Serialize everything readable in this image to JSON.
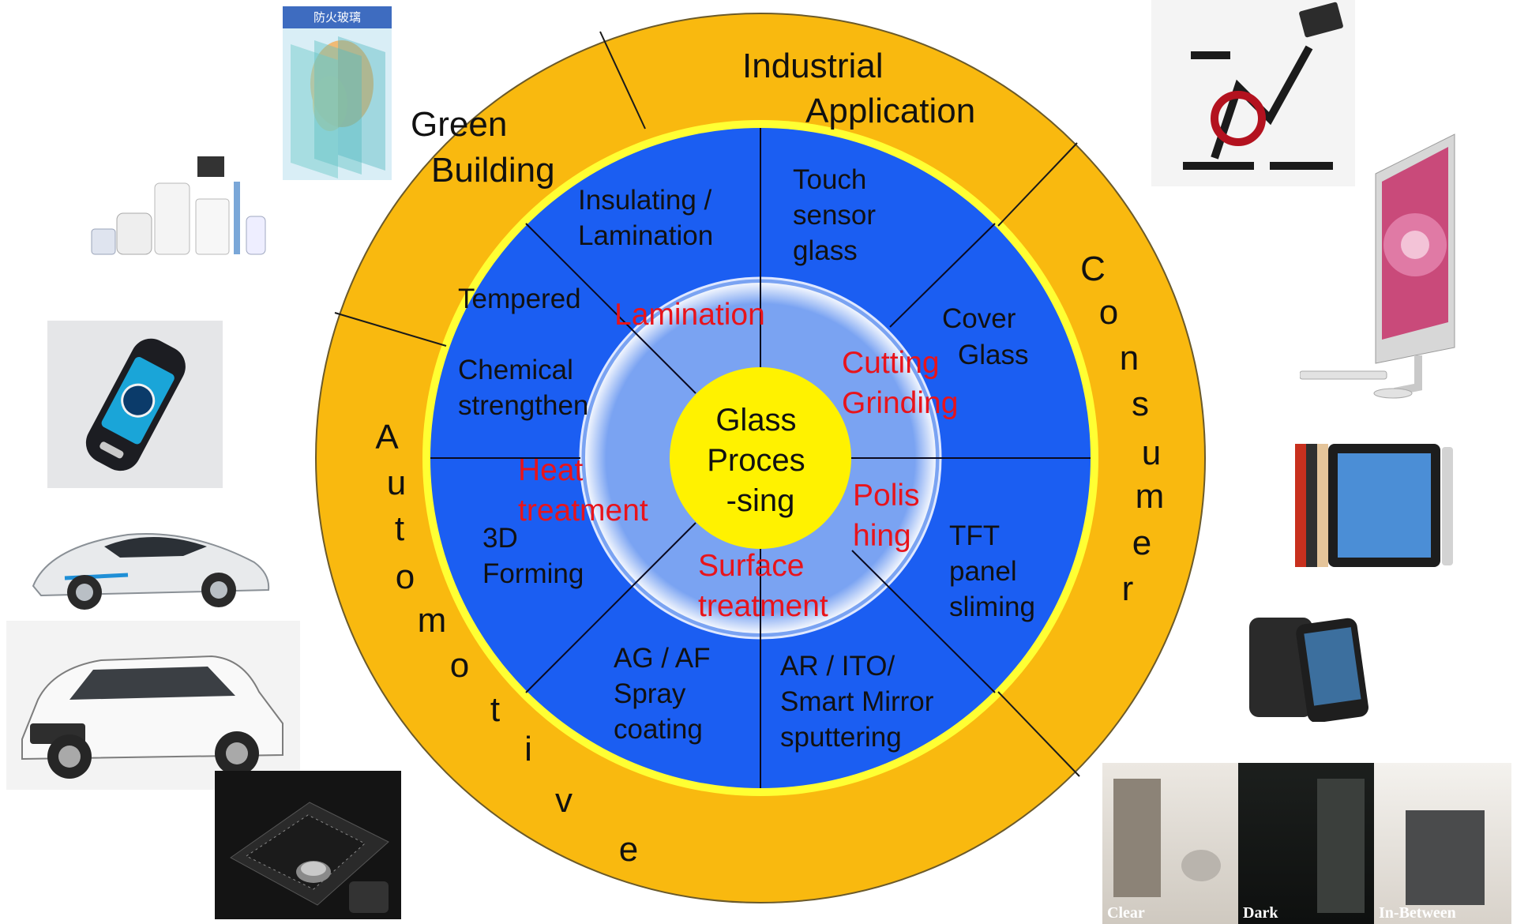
{
  "center": {
    "lines": [
      "Glass",
      "Proces",
      "-sing"
    ]
  },
  "process_steps": [
    {
      "id": "lamination",
      "lines": [
        "Lamination"
      ]
    },
    {
      "id": "cutting-grinding",
      "lines": [
        "Cutting",
        "Grinding"
      ]
    },
    {
      "id": "polishing",
      "lines": [
        "Polis",
        "hing"
      ]
    },
    {
      "id": "surface-treatment",
      "lines": [
        "Surface",
        "treatment"
      ]
    },
    {
      "id": "heat-treatment",
      "lines": [
        "Heat",
        "treatment"
      ]
    }
  ],
  "products": [
    {
      "id": "insulating-lamination",
      "lines": [
        "Insulating /",
        "Lamination"
      ]
    },
    {
      "id": "touch-sensor-glass",
      "lines": [
        "Touch",
        "sensor",
        "glass"
      ]
    },
    {
      "id": "cover-glass",
      "lines": [
        "Cover",
        "Glass"
      ]
    },
    {
      "id": "tft-panel-sliming",
      "lines": [
        "TFT",
        "panel",
        "sliming"
      ]
    },
    {
      "id": "ar-ito-smart-mirror",
      "lines": [
        "AR / ITO/",
        "Smart  Mirror",
        "sputtering"
      ]
    },
    {
      "id": "ag-af-spray",
      "lines": [
        "AG / AF",
        "Spray",
        "coating"
      ]
    },
    {
      "id": "3d-forming",
      "lines": [
        "3D",
        "Forming"
      ]
    },
    {
      "id": "chemical-strengthen",
      "lines": [
        "Chemical",
        "strengthen"
      ]
    },
    {
      "id": "tempered",
      "lines": [
        "Tempered"
      ]
    }
  ],
  "applications": [
    {
      "id": "industrial-application",
      "lines": [
        "Industrial",
        "Application"
      ]
    },
    {
      "id": "green-building",
      "lines": [
        "Green",
        "Building"
      ]
    },
    {
      "id": "consumer",
      "letters": [
        "C",
        "o",
        "n",
        "s",
        "u",
        "m",
        "e",
        "r"
      ]
    },
    {
      "id": "automotive",
      "letters": [
        "A",
        "u",
        "t",
        "o",
        "m",
        "o",
        "t",
        "i",
        "v",
        "e"
      ]
    }
  ],
  "photos": [
    {
      "id": "fire-glass",
      "label": "防火玻璃"
    },
    {
      "id": "home-appliances"
    },
    {
      "id": "smart-car-key"
    },
    {
      "id": "sports-car"
    },
    {
      "id": "suv"
    },
    {
      "id": "car-console"
    },
    {
      "id": "exercise-bike"
    },
    {
      "id": "desktop-computer"
    },
    {
      "id": "tablet"
    },
    {
      "id": "smartphone"
    },
    {
      "id": "smart-glass-room",
      "panels": [
        "Clear",
        "Dark",
        "In-Between"
      ]
    }
  ],
  "colors": {
    "outer_ring": "#F9B90F",
    "product_ring": "#1B5EF2",
    "process_ring": "#6E9BF0",
    "hub": "#FFF200",
    "separator": "#FFFF33",
    "process_text": "#E8141B",
    "text": "#111111"
  }
}
